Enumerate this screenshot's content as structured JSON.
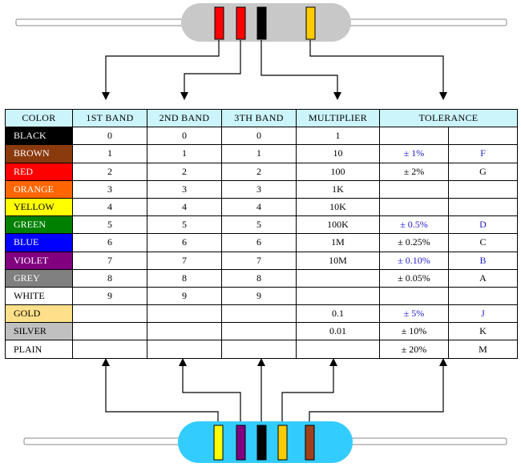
{
  "table": {
    "headers": {
      "color": "COLOR",
      "band1": "1ST BAND",
      "band2": "2ND BAND",
      "band3": "3TH BAND",
      "multiplier": "MULTIPLIER",
      "tolerance": "TOLERANCE"
    },
    "rows": [
      {
        "name": "BLACK",
        "swatch": "#000000",
        "text": "#ffffff",
        "b1": "0",
        "b2": "0",
        "b3": "0",
        "mult": "1",
        "tol": "",
        "code": "",
        "hl": false
      },
      {
        "name": "BROWN",
        "swatch": "#8b3a0e",
        "text": "#ffffff",
        "b1": "1",
        "b2": "1",
        "b3": "1",
        "mult": "10",
        "tol": "± 1%",
        "code": "F",
        "hl": true
      },
      {
        "name": "RED",
        "swatch": "#ff0000",
        "text": "#ffffff",
        "b1": "2",
        "b2": "2",
        "b3": "2",
        "mult": "100",
        "tol": "± 2%",
        "code": "G",
        "hl": false
      },
      {
        "name": "ORANGE",
        "swatch": "#ff6600",
        "text": "#ffffff",
        "b1": "3",
        "b2": "3",
        "b3": "3",
        "mult": "1K",
        "tol": "",
        "code": "",
        "hl": false
      },
      {
        "name": "YELLOW",
        "swatch": "#ffff00",
        "text": "#000000",
        "b1": "4",
        "b2": "4",
        "b3": "4",
        "mult": "10K",
        "tol": "",
        "code": "",
        "hl": false
      },
      {
        "name": "GREEN",
        "swatch": "#008000",
        "text": "#ffffff",
        "b1": "5",
        "b2": "5",
        "b3": "5",
        "mult": "100K",
        "tol": "± 0.5%",
        "code": "D",
        "hl": true
      },
      {
        "name": "BLUE",
        "swatch": "#0000ff",
        "text": "#ffffff",
        "b1": "6",
        "b2": "6",
        "b3": "6",
        "mult": "1M",
        "tol": "± 0.25%",
        "code": "C",
        "hl": false
      },
      {
        "name": "VIOLET",
        "swatch": "#800080",
        "text": "#ffffff",
        "b1": "7",
        "b2": "7",
        "b3": "7",
        "mult": "10M",
        "tol": "± 0.10%",
        "code": "B",
        "hl": true
      },
      {
        "name": "GREY",
        "swatch": "#808080",
        "text": "#ffffff",
        "b1": "8",
        "b2": "8",
        "b3": "8",
        "mult": "",
        "tol": "± 0.05%",
        "code": "A",
        "hl": false
      },
      {
        "name": "WHITE",
        "swatch": "#ffffff",
        "text": "#000000",
        "b1": "9",
        "b2": "9",
        "b3": "9",
        "mult": "",
        "tol": "",
        "code": "",
        "hl": false
      },
      {
        "name": "GOLD",
        "swatch": "#ffe08a",
        "text": "#000000",
        "b1": "",
        "b2": "",
        "b3": "",
        "mult": "0.1",
        "tol": "± 5%",
        "code": "J",
        "hl": true
      },
      {
        "name": "SILVER",
        "swatch": "#c0c0c0",
        "text": "#000000",
        "b1": "",
        "b2": "",
        "b3": "",
        "mult": "0.01",
        "tol": "± 10%",
        "code": "K",
        "hl": false
      },
      {
        "name": "PLAIN",
        "swatch": "#ffffff",
        "text": "#000000",
        "b1": "",
        "b2": "",
        "b3": "",
        "mult": "",
        "tol": "± 20%",
        "code": "M",
        "hl": false
      }
    ]
  },
  "resistor_top": {
    "body_color": "#c8c8c8",
    "bands": [
      "#ff0000",
      "#ff0000",
      "#000000",
      "#ffcc00"
    ]
  },
  "resistor_bottom": {
    "body_color": "#33ccff",
    "bands": [
      "#ffff00",
      "#800080",
      "#000000",
      "#ffcc00",
      "#a0401a"
    ]
  },
  "colors": {
    "header_bg": "#ccf4fb",
    "highlight_text": "#2222cc",
    "lead": "#bbbbbb"
  }
}
